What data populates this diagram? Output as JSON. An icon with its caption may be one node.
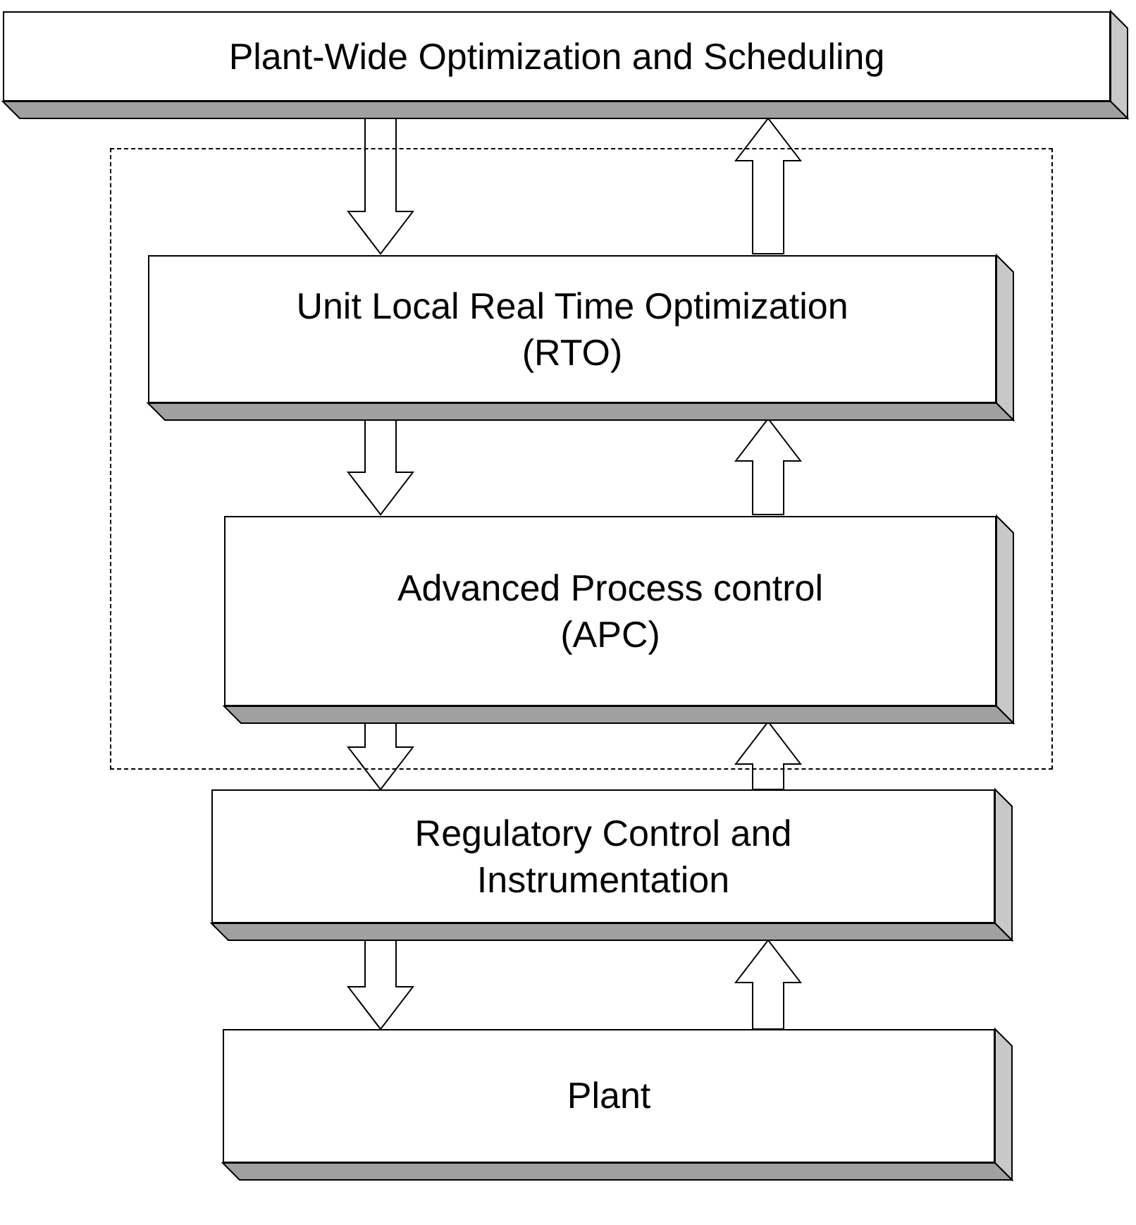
{
  "diagram": {
    "nodes": [
      {
        "text": [
          "Plant-Wide Optimization and Scheduling"
        ]
      },
      {
        "text": [],
        "shape": "box"
      },
      {
        "text": [
          "Unit Local Real Time Optimization (RTO)"
        ],
        "in": 1
      },
      {
        "text": [
          "Advanced Process control (APC)"
        ],
        "in": 1
      },
      {
        "text": [
          "Regulatory Control and Instrumentation"
        ]
      },
      {
        "text": [
          "Plant"
        ]
      }
    ],
    "edges": [
      {
        "from": 0,
        "to": 2,
        "arrow": "to"
      },
      {
        "from": 2,
        "to": 0,
        "arrow": "to"
      },
      {
        "from": 2,
        "to": 3,
        "arrow": "to"
      },
      {
        "from": 3,
        "to": 2,
        "arrow": "to"
      },
      {
        "from": 3,
        "to": 4,
        "arrow": "to"
      },
      {
        "from": 4,
        "to": 3,
        "arrow": "to"
      },
      {
        "from": 4,
        "to": 5,
        "arrow": "to"
      },
      {
        "from": 5,
        "to": 4,
        "arrow": "to"
      }
    ]
  }
}
